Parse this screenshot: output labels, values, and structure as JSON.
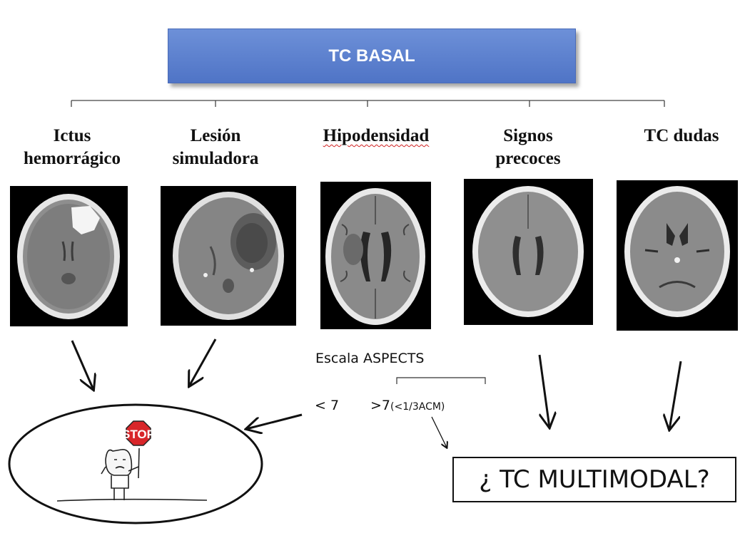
{
  "title": "TC BASAL",
  "categories": [
    {
      "id": "hemorragico",
      "label": "Ictus\nhemorrágico"
    },
    {
      "id": "simuladora",
      "label": "Lesión\nsimuladora"
    },
    {
      "id": "hipodensidad",
      "label": "Hipodensidad"
    },
    {
      "id": "precoces",
      "label": "Signos\nprecoces"
    },
    {
      "id": "dudas",
      "label": "TC dudas"
    }
  ],
  "aspects": {
    "label": "Escala ASPECTS",
    "low": "< 7",
    "high": ">7",
    "high_note": "(<1/3ACM)"
  },
  "multimodal": "¿ TC MULTIMODAL?",
  "stop_sign": "STOP"
}
